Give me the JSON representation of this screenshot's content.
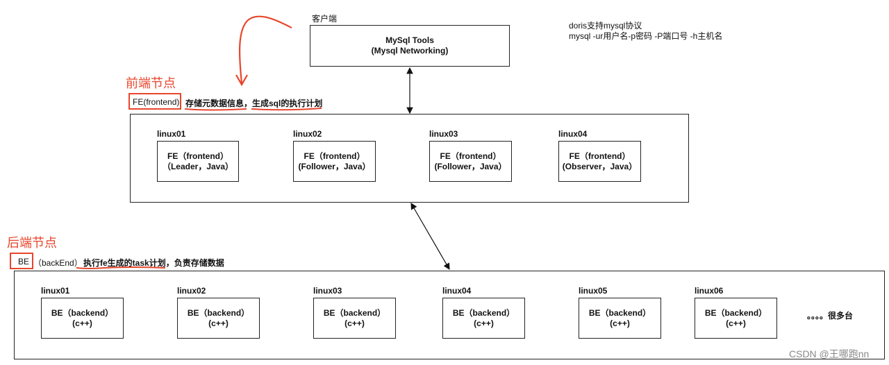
{
  "client": {
    "label": "客户端",
    "tool_line1": "MySql Tools",
    "tool_line2": "(Mysql Networking)"
  },
  "note": {
    "line1": "doris支持mysql协议",
    "line2": "mysql -ur用户名-p密码 -P端口号  -h主机名"
  },
  "frontend": {
    "title": "前端节点",
    "tag": "FE(frontend)",
    "desc": "存储元数据信息，生成sql的执行计划",
    "nodes": [
      {
        "host": "linux01",
        "line1": "FE（frontend）",
        "line2": "（Leader，Java）"
      },
      {
        "host": "linux02",
        "line1": "FE（frontend）",
        "line2": "(Follower，Java）"
      },
      {
        "host": "linux03",
        "line1": "FE（frontend）",
        "line2": "(Follower，Java）"
      },
      {
        "host": "linux04",
        "line1": "FE（frontend）",
        "line2": "(Observer，Java）"
      }
    ]
  },
  "backend": {
    "title": "后端节点",
    "tag": "BE",
    "tag_suffix": "（backEnd）",
    "desc": "执行fe生成的task计划，负责存储数据",
    "nodes": [
      {
        "host": "linux01",
        "line1": "BE（backend）",
        "line2": "(c++)"
      },
      {
        "host": "linux02",
        "line1": "BE（backend）",
        "line2": "(c++)"
      },
      {
        "host": "linux03",
        "line1": "BE（backend）",
        "line2": "(c++)"
      },
      {
        "host": "linux04",
        "line1": "BE（backend）",
        "line2": "(c++)"
      },
      {
        "host": "linux05",
        "line1": "BE（backend）",
        "line2": "(c++)"
      },
      {
        "host": "linux06",
        "line1": "BE（backend）",
        "line2": "(c++)"
      }
    ],
    "more": "。。。。很多台"
  },
  "watermark": "CSDN @王哪跑nn"
}
